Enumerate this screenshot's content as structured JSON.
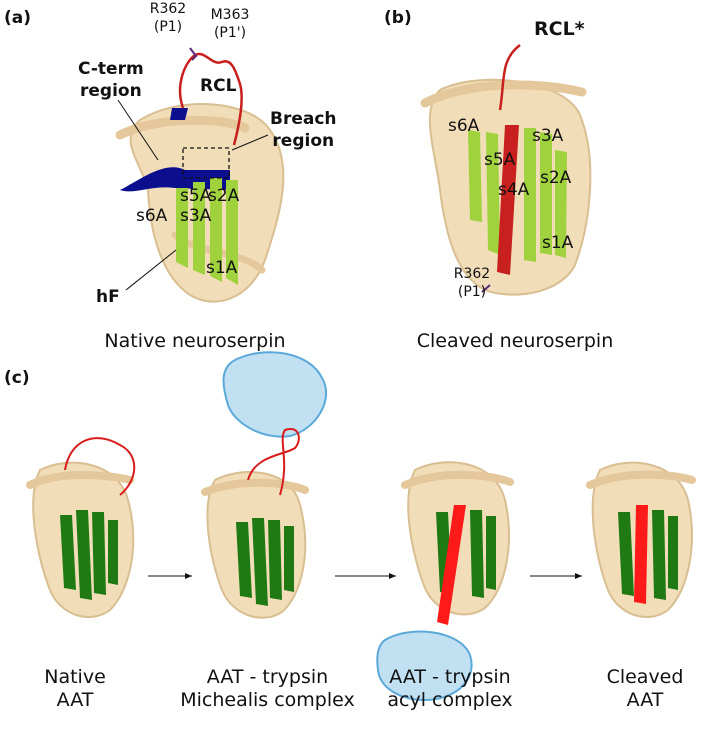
{
  "panels": {
    "a": "(a)",
    "b": "(b)",
    "c": "(c)"
  },
  "panel_a": {
    "residue_p1_line1": "R362",
    "residue_p1_line2": "(P1)",
    "residue_p1p_line1": "M363",
    "residue_p1p_line2": "(P1')",
    "rcl": "RCL",
    "cterm_line1": "C-term",
    "cterm_line2": "region",
    "breach_line1": "Breach",
    "breach_line2": "region",
    "hf": "hF",
    "s5a": "s5A",
    "s2a": "s2A",
    "s6a": "s6A",
    "s3a": "s3A",
    "s1a": "s1A",
    "caption": "Native neuroserpin"
  },
  "panel_b": {
    "rcl": "RCL*",
    "s6a": "s6A",
    "s3a": "s3A",
    "s5a": "s5A",
    "s4a": "s4A",
    "s2a": "s2A",
    "s1a": "s1A",
    "residue_p1_line1": "R362",
    "residue_p1_line2": "(P1)",
    "caption": "Cleaved neuroserpin"
  },
  "panel_c": {
    "captions": [
      {
        "line1": "Native",
        "line2": "AAT"
      },
      {
        "line1": "AAT - trypsin",
        "line2": "Michealis complex"
      },
      {
        "line1": "AAT - trypsin",
        "line2": "acyl complex"
      },
      {
        "line1": "Cleaved",
        "line2": "AAT"
      }
    ]
  },
  "colors": {
    "protein_body": "#f2dcb6",
    "protein_outline": "#d7bb8c",
    "strand_green_light": "#9fd23c",
    "strand_green_dark": "#1f7a14",
    "rcl_red": "#c8201e",
    "cterm_blue": "#0b0f8e",
    "trypsin_blue": "#8ec8ea"
  }
}
